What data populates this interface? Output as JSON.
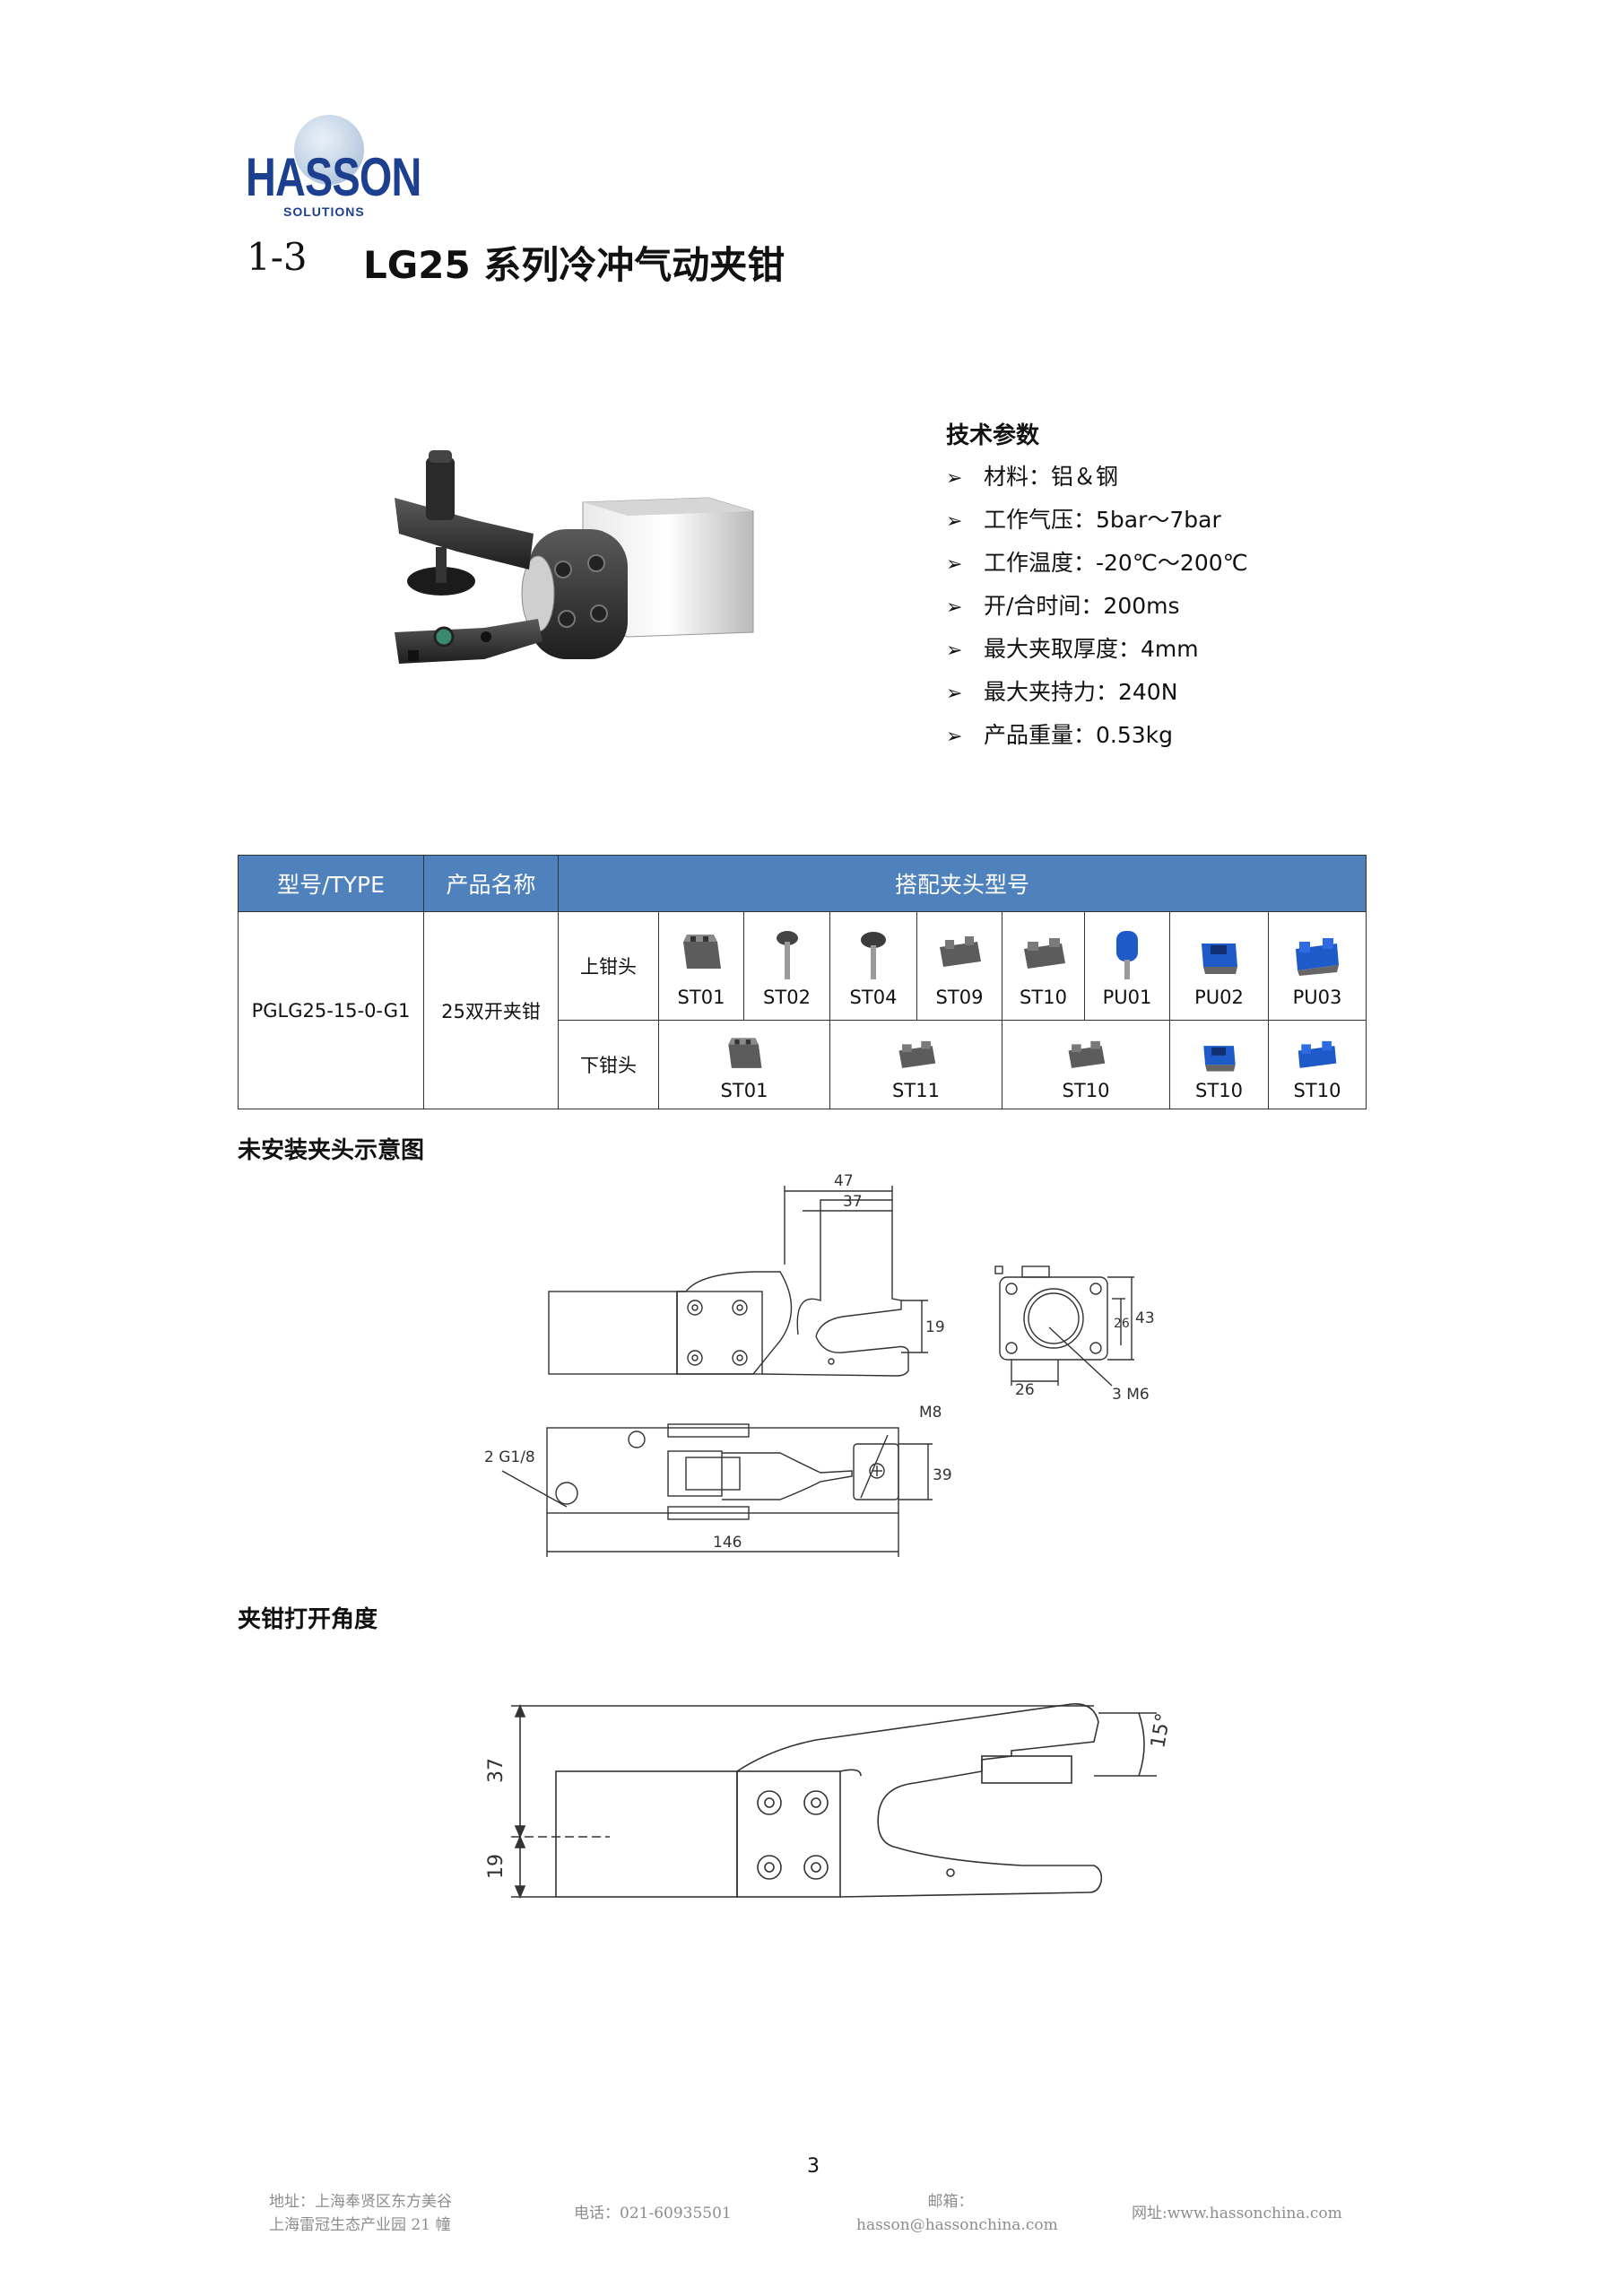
{
  "logo": {
    "name": "HASSON",
    "tagline": "SOLUTIONS"
  },
  "heading": {
    "number": "1-3",
    "title": "LG25 系列冷冲气动夹钳"
  },
  "specs": {
    "title": "技术参数",
    "items": [
      "材料：铝＆钢",
      "工作气压：5bar～7bar",
      "工作温度：-20℃～200℃",
      "开/合时间：200ms",
      "最大夹取厚度：4mm",
      "最大夹持力：240N",
      "产品重量：0.53kg"
    ]
  },
  "table": {
    "headers": [
      "型号/TYPE",
      "产品名称",
      "搭配夹头型号"
    ],
    "model": "PGLG25-15-0-G1",
    "product_name": "25双开夹钳",
    "upper_label": "上钳头",
    "lower_label": "下钳头",
    "upper_jaws": [
      "ST01",
      "ST02",
      "ST04",
      "ST09",
      "ST10",
      "PU01",
      "PU02",
      "PU03"
    ],
    "lower_jaws": [
      "ST01",
      "ST11",
      "ST10",
      "ST10",
      "ST10"
    ]
  },
  "section1": {
    "title": "未安装夹头示意图"
  },
  "drawing1": {
    "dims": [
      "47",
      "37",
      "19",
      "43",
      "26",
      "26",
      "3 M6",
      "M8",
      "2 G1/8",
      "39",
      "146"
    ]
  },
  "section2": {
    "title": "夹钳打开角度"
  },
  "drawing2": {
    "dims": [
      "37",
      "19",
      "15°"
    ]
  },
  "page_number": "3",
  "footer": {
    "address_line1": "地址：上海奉贤区东方美谷",
    "address_line2": "上海雷冠生态产业园 21 幢",
    "phone": "电话：021-60935501",
    "email_label": "邮箱：",
    "email": "hasson@hassonchina.com",
    "website": "网址:www.hassonchina.com"
  },
  "colors": {
    "table_header": "#4f81bd",
    "logo": "#1d3f8f",
    "jaw_blue": "#1f5bc8",
    "jaw_grey": "#5c5c5c"
  }
}
